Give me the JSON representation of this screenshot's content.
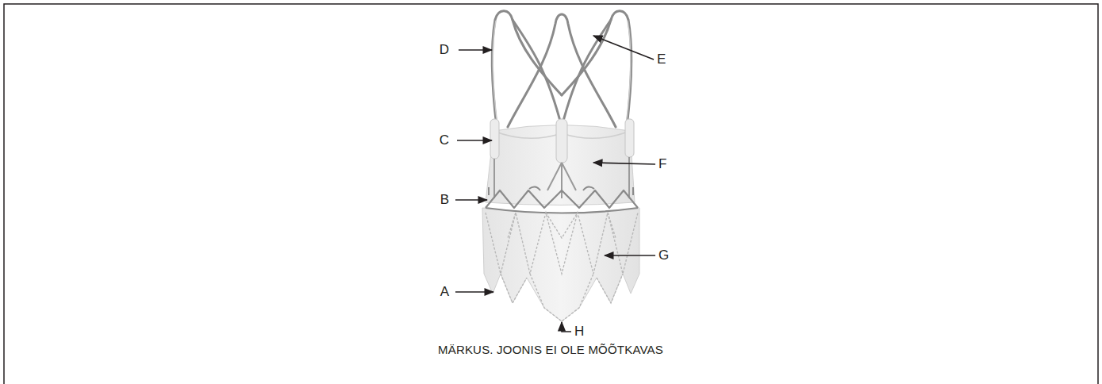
{
  "diagram": {
    "labels": [
      "D",
      "E",
      "C",
      "F",
      "B",
      "G",
      "A",
      "H",
      "MÄRKUS. JOONIS EI OLE MÕÕTKAVAS"
    ]
  }
}
